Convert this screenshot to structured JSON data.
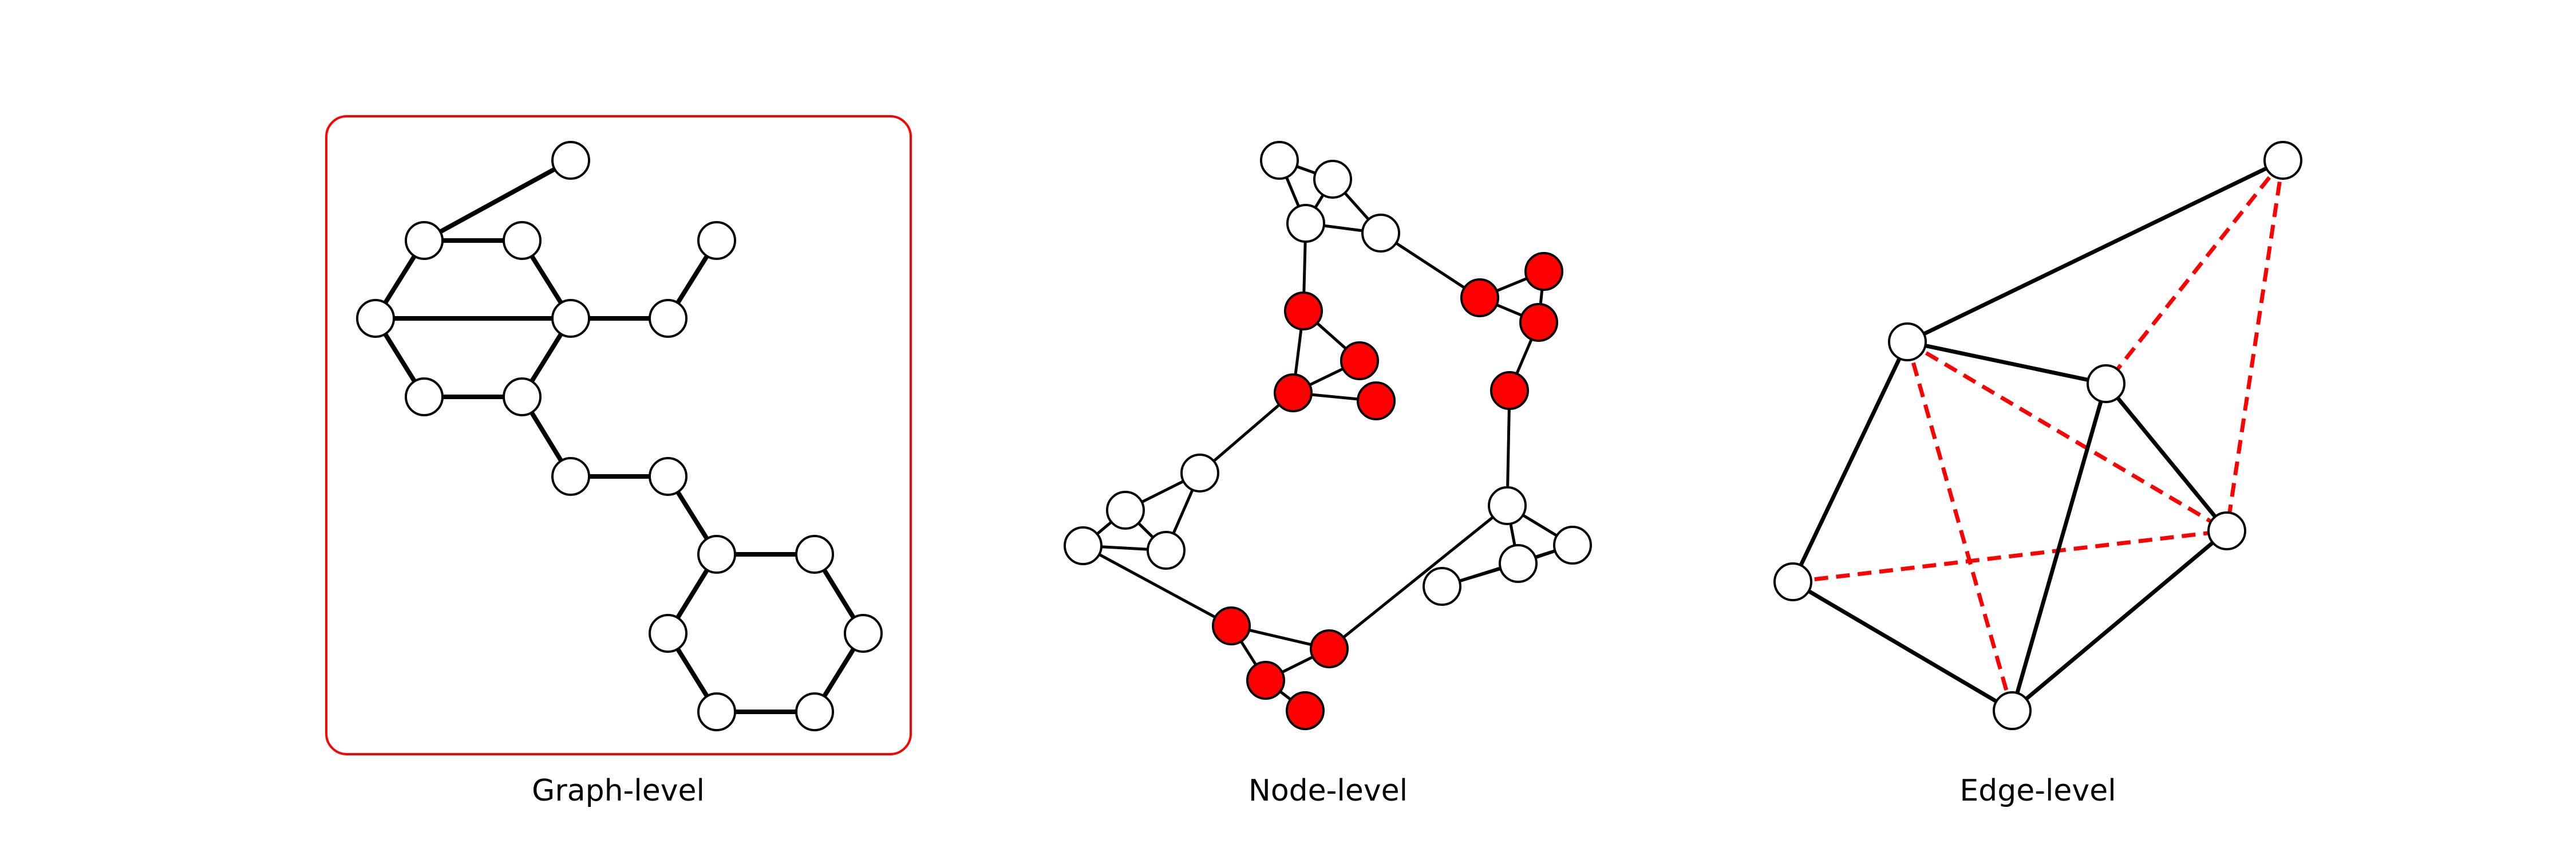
{
  "colors": {
    "node_fill": "#ffffff",
    "highlight_fill": "#ff0000",
    "stroke": "#000000",
    "frame": "#ff0000",
    "dashed_edge": "#ff0000"
  },
  "panels": [
    {
      "id": "graph",
      "caption": "Graph-level"
    },
    {
      "id": "node",
      "caption": "Node-level"
    },
    {
      "id": "edge",
      "caption": "Edge-level"
    }
  ],
  "graph_level": {
    "nodes": [
      "a",
      "b",
      "c",
      "d",
      "e",
      "f",
      "g",
      "h",
      "i",
      "j",
      "k",
      "l",
      "m",
      "n",
      "o",
      "p",
      "q",
      "r"
    ],
    "edges": [
      [
        "a",
        "b"
      ],
      [
        "b",
        "c"
      ],
      [
        "c",
        "d"
      ],
      [
        "d",
        "e"
      ],
      [
        "e",
        "f"
      ],
      [
        "f",
        "a"
      ],
      [
        "b",
        "g"
      ],
      [
        "c",
        "h"
      ],
      [
        "h",
        "i"
      ],
      [
        "e",
        "j"
      ],
      [
        "j",
        "k"
      ],
      [
        "k",
        "l"
      ],
      [
        "l",
        "m"
      ],
      [
        "m",
        "n"
      ],
      [
        "n",
        "o"
      ],
      [
        "o",
        "p"
      ],
      [
        "p",
        "q"
      ],
      [
        "q",
        "l"
      ]
    ],
    "framed": true
  },
  "node_level": {
    "nodes": [
      "n1",
      "n2",
      "n3",
      "n4",
      "r1",
      "r2",
      "r3",
      "r4",
      "w1",
      "w2",
      "w3",
      "w4",
      "r5",
      "r6",
      "r7",
      "r8",
      "w5",
      "w6",
      "w7",
      "w8",
      "r9",
      "r10",
      "r11",
      "r12"
    ],
    "highlighted": [
      "r1",
      "r2",
      "r3",
      "r4",
      "r5",
      "r6",
      "r7",
      "r8",
      "r9",
      "r10",
      "r11",
      "r12"
    ],
    "edges": [
      [
        "n1",
        "n2"
      ],
      [
        "n1",
        "n3"
      ],
      [
        "n2",
        "n3"
      ],
      [
        "n2",
        "n4"
      ],
      [
        "n3",
        "n4"
      ],
      [
        "n3",
        "r1"
      ],
      [
        "r1",
        "r2"
      ],
      [
        "r1",
        "r3"
      ],
      [
        "r2",
        "r3"
      ],
      [
        "r3",
        "r4"
      ],
      [
        "r3",
        "w1"
      ],
      [
        "w1",
        "w2"
      ],
      [
        "w1",
        "w3"
      ],
      [
        "w2",
        "w3"
      ],
      [
        "w2",
        "w4"
      ],
      [
        "w3",
        "w4"
      ],
      [
        "n4",
        "r5"
      ],
      [
        "r5",
        "r6"
      ],
      [
        "r5",
        "r7"
      ],
      [
        "r6",
        "r7"
      ],
      [
        "r7",
        "r8"
      ],
      [
        "r8",
        "w5"
      ],
      [
        "w5",
        "w6"
      ],
      [
        "w5",
        "w7"
      ],
      [
        "w6",
        "w7"
      ],
      [
        "w6",
        "w8"
      ],
      [
        "w7",
        "w8"
      ],
      [
        "w4",
        "r9"
      ],
      [
        "r9",
        "r10"
      ],
      [
        "r9",
        "r11"
      ],
      [
        "r10",
        "r11"
      ],
      [
        "r11",
        "r12"
      ],
      [
        "r10",
        "w5"
      ]
    ]
  },
  "edge_level": {
    "nodes": [
      "A",
      "B",
      "C",
      "D",
      "E",
      "F"
    ],
    "solid_edges": [
      [
        "A",
        "B"
      ],
      [
        "B",
        "C"
      ],
      [
        "B",
        "D"
      ],
      [
        "D",
        "F"
      ],
      [
        "D",
        "E"
      ],
      [
        "E",
        "F"
      ],
      [
        "C",
        "F"
      ]
    ],
    "dashed_edges": [
      [
        "A",
        "D"
      ],
      [
        "A",
        "E"
      ],
      [
        "B",
        "E"
      ],
      [
        "B",
        "F"
      ],
      [
        "C",
        "E"
      ],
      [
        "D",
        "E"
      ]
    ]
  }
}
